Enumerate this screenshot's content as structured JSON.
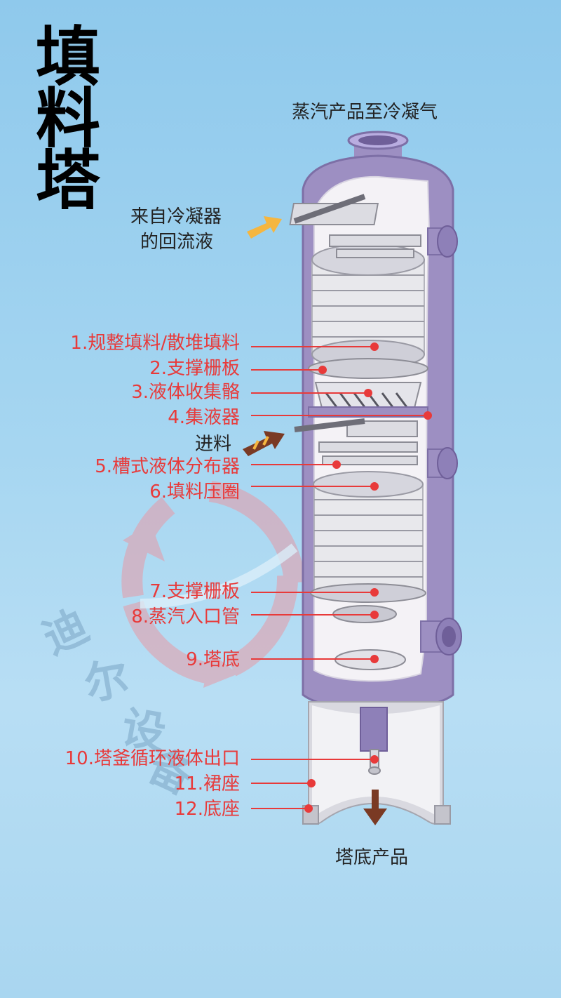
{
  "title": [
    "填",
    "料",
    "塔"
  ],
  "top_label": "蒸汽产品至冷凝气",
  "reflux_label": [
    "来自冷凝器",
    "的回流液"
  ],
  "feed_label": "进料",
  "bottom_label": "塔底产品",
  "watermark": [
    "迪",
    "尔",
    "设",
    "备"
  ],
  "callouts": [
    "1.规整填料/散堆填料",
    "2.支撑栅板",
    "3.液体收集骼",
    "4.集液器",
    "5.槽式液体分布器",
    "6.填料压圈",
    "7.支撑栅板",
    "8.蒸汽入口管",
    "9.塔底",
    "10.塔釜循环液体出口",
    "11.裙座",
    "12.底座"
  ],
  "colors": {
    "shell": "#9d8fc2",
    "shell_dark": "#7d6fa6",
    "callout": "#e83a3a",
    "arrow_yellow": "#f5b640",
    "arrow_brown": "#7a3a24"
  }
}
